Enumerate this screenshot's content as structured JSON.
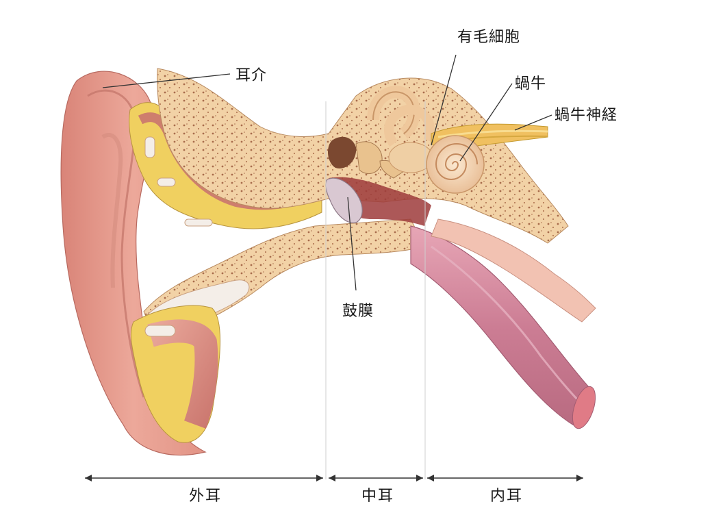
{
  "labels": {
    "pinna": "耳介",
    "hair_cells": "有毛細胞",
    "cochlea": "蝸牛",
    "cochlear_nerve": "蝸牛神経",
    "eardrum": "鼓膜"
  },
  "sections": {
    "outer_ear": "外耳",
    "middle_ear": "中耳",
    "inner_ear": "内耳"
  },
  "colors": {
    "skin": "#e6a090",
    "skin_dark": "#c9736a",
    "bone": "#f2d2a6",
    "bone_dots": "#a86c4c",
    "cartilage": "#f0d060",
    "muscle": "#d98a8a",
    "tube": "#d78fa2",
    "nerve": "#f0c060",
    "cavity": "#9e3b3b",
    "leader": "#333333"
  }
}
